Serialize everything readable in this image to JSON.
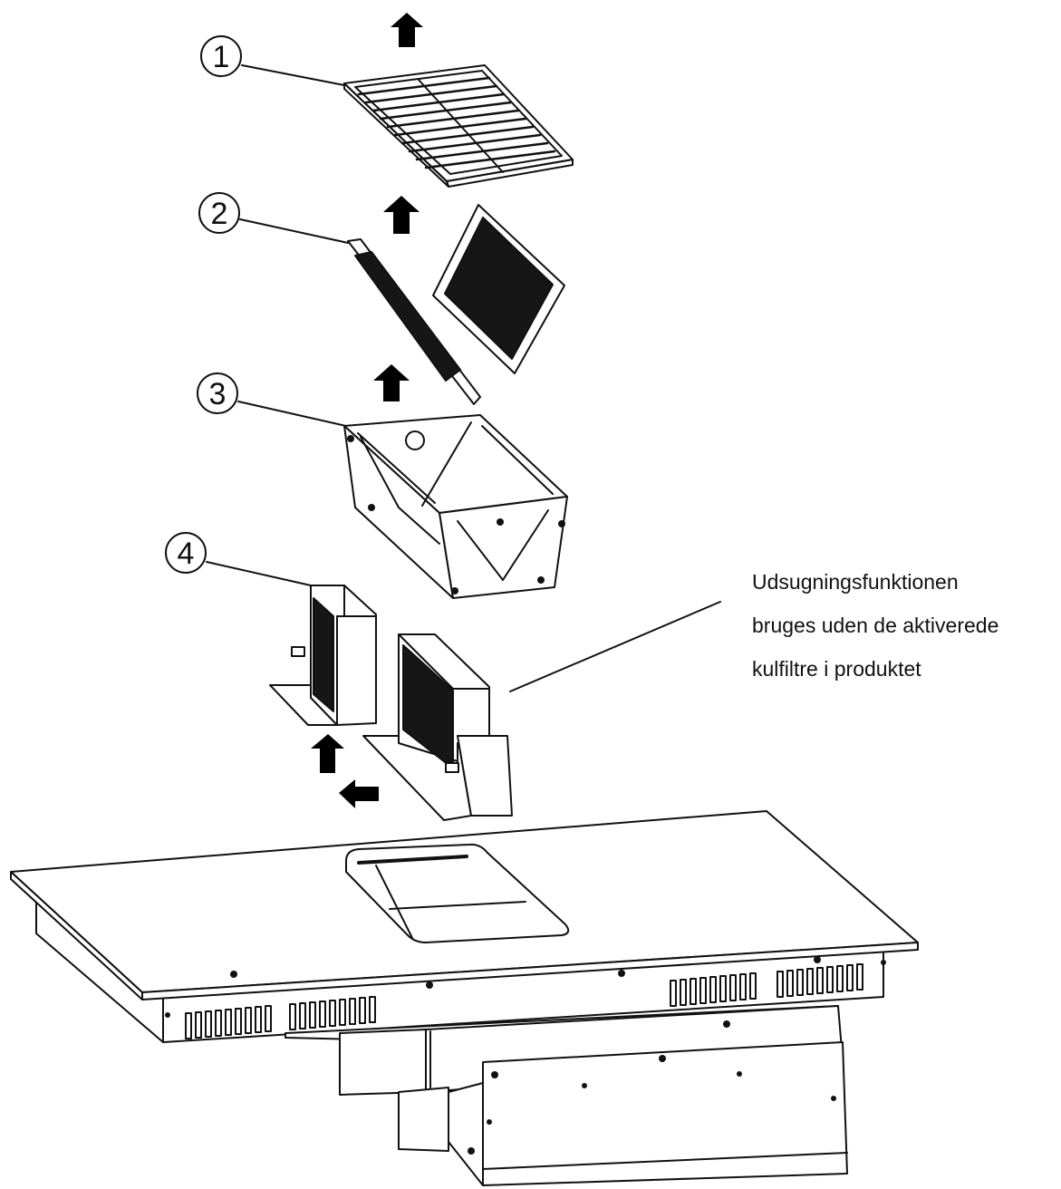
{
  "callouts": [
    {
      "number": "1",
      "part": "grid"
    },
    {
      "number": "2",
      "part": "grease filters"
    },
    {
      "number": "3",
      "part": "filter housing"
    },
    {
      "number": "4",
      "part": "charcoal filters"
    }
  ],
  "note": {
    "lines": [
      "Udsugningsfunktionen",
      "bruges uden de aktiverede",
      "kulfiltre i produktet"
    ]
  },
  "colors": {
    "line": "#111111",
    "filter_fill": "#161616",
    "arrow": "#000000",
    "surface": "#ffffff"
  }
}
